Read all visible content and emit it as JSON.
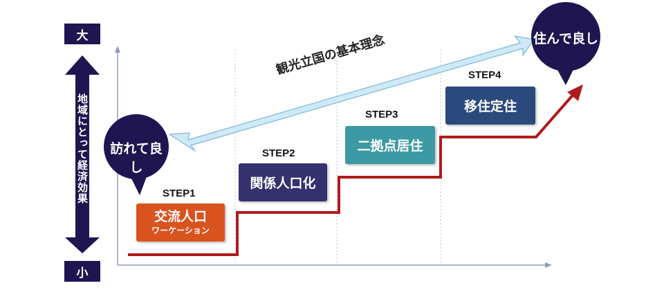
{
  "axis": {
    "top_label": "大",
    "bottom_label": "小",
    "vertical_label": "地域にとって経済効果"
  },
  "concept": {
    "label": "観光立国の基本理念"
  },
  "bubbles": {
    "left": "訪れて良し",
    "right": "住んで良し"
  },
  "steps": [
    {
      "step": "STEP1",
      "title": "交流人口",
      "subtitle": "ワーケーション",
      "color": "#d9531e"
    },
    {
      "step": "STEP2",
      "title": "関係人口化",
      "subtitle": "",
      "color": "#35316f"
    },
    {
      "step": "STEP3",
      "title": "二拠点居住",
      "subtitle": "",
      "color": "#3b9aa3"
    },
    {
      "step": "STEP4",
      "title": "移住定住",
      "subtitle": "",
      "color": "#2a4a7e"
    }
  ],
  "colors": {
    "navy": "#1f1550",
    "line_red": "#b01a1a",
    "arrow_light_blue": "#cfe9f7"
  }
}
